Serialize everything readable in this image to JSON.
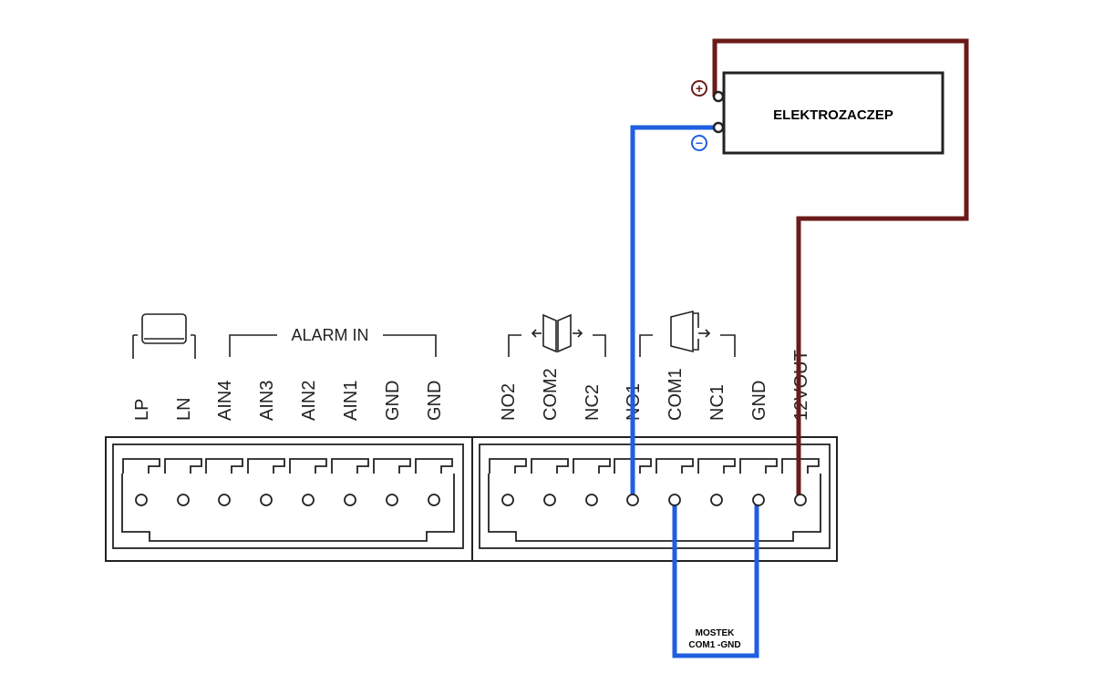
{
  "device_box": {
    "label": "ELEKTROZACZEP"
  },
  "polarity": {
    "plus": "+",
    "minus": "−"
  },
  "group_labels": {
    "alarm_in": "ALARM IN"
  },
  "left_terminals": [
    "LP",
    "LN",
    "AIN4",
    "AIN3",
    "AIN2",
    "AIN1",
    "GND",
    "GND"
  ],
  "right_terminals": [
    "NO2",
    "COM2",
    "NC2",
    "NO1",
    "COM1",
    "NC1",
    "GND",
    "12VOUT"
  ],
  "bridge_note": {
    "line1": "MOSTEK",
    "line2": "COM1 -GND"
  },
  "colors": {
    "positive_wire": "#6b1a1a",
    "negative_wire": "#1f5fe0",
    "bridge_wire": "#1f5fe0",
    "outline": "#222222"
  },
  "icons": [
    "keyboard-icon",
    "lock-icon",
    "door-icon"
  ]
}
